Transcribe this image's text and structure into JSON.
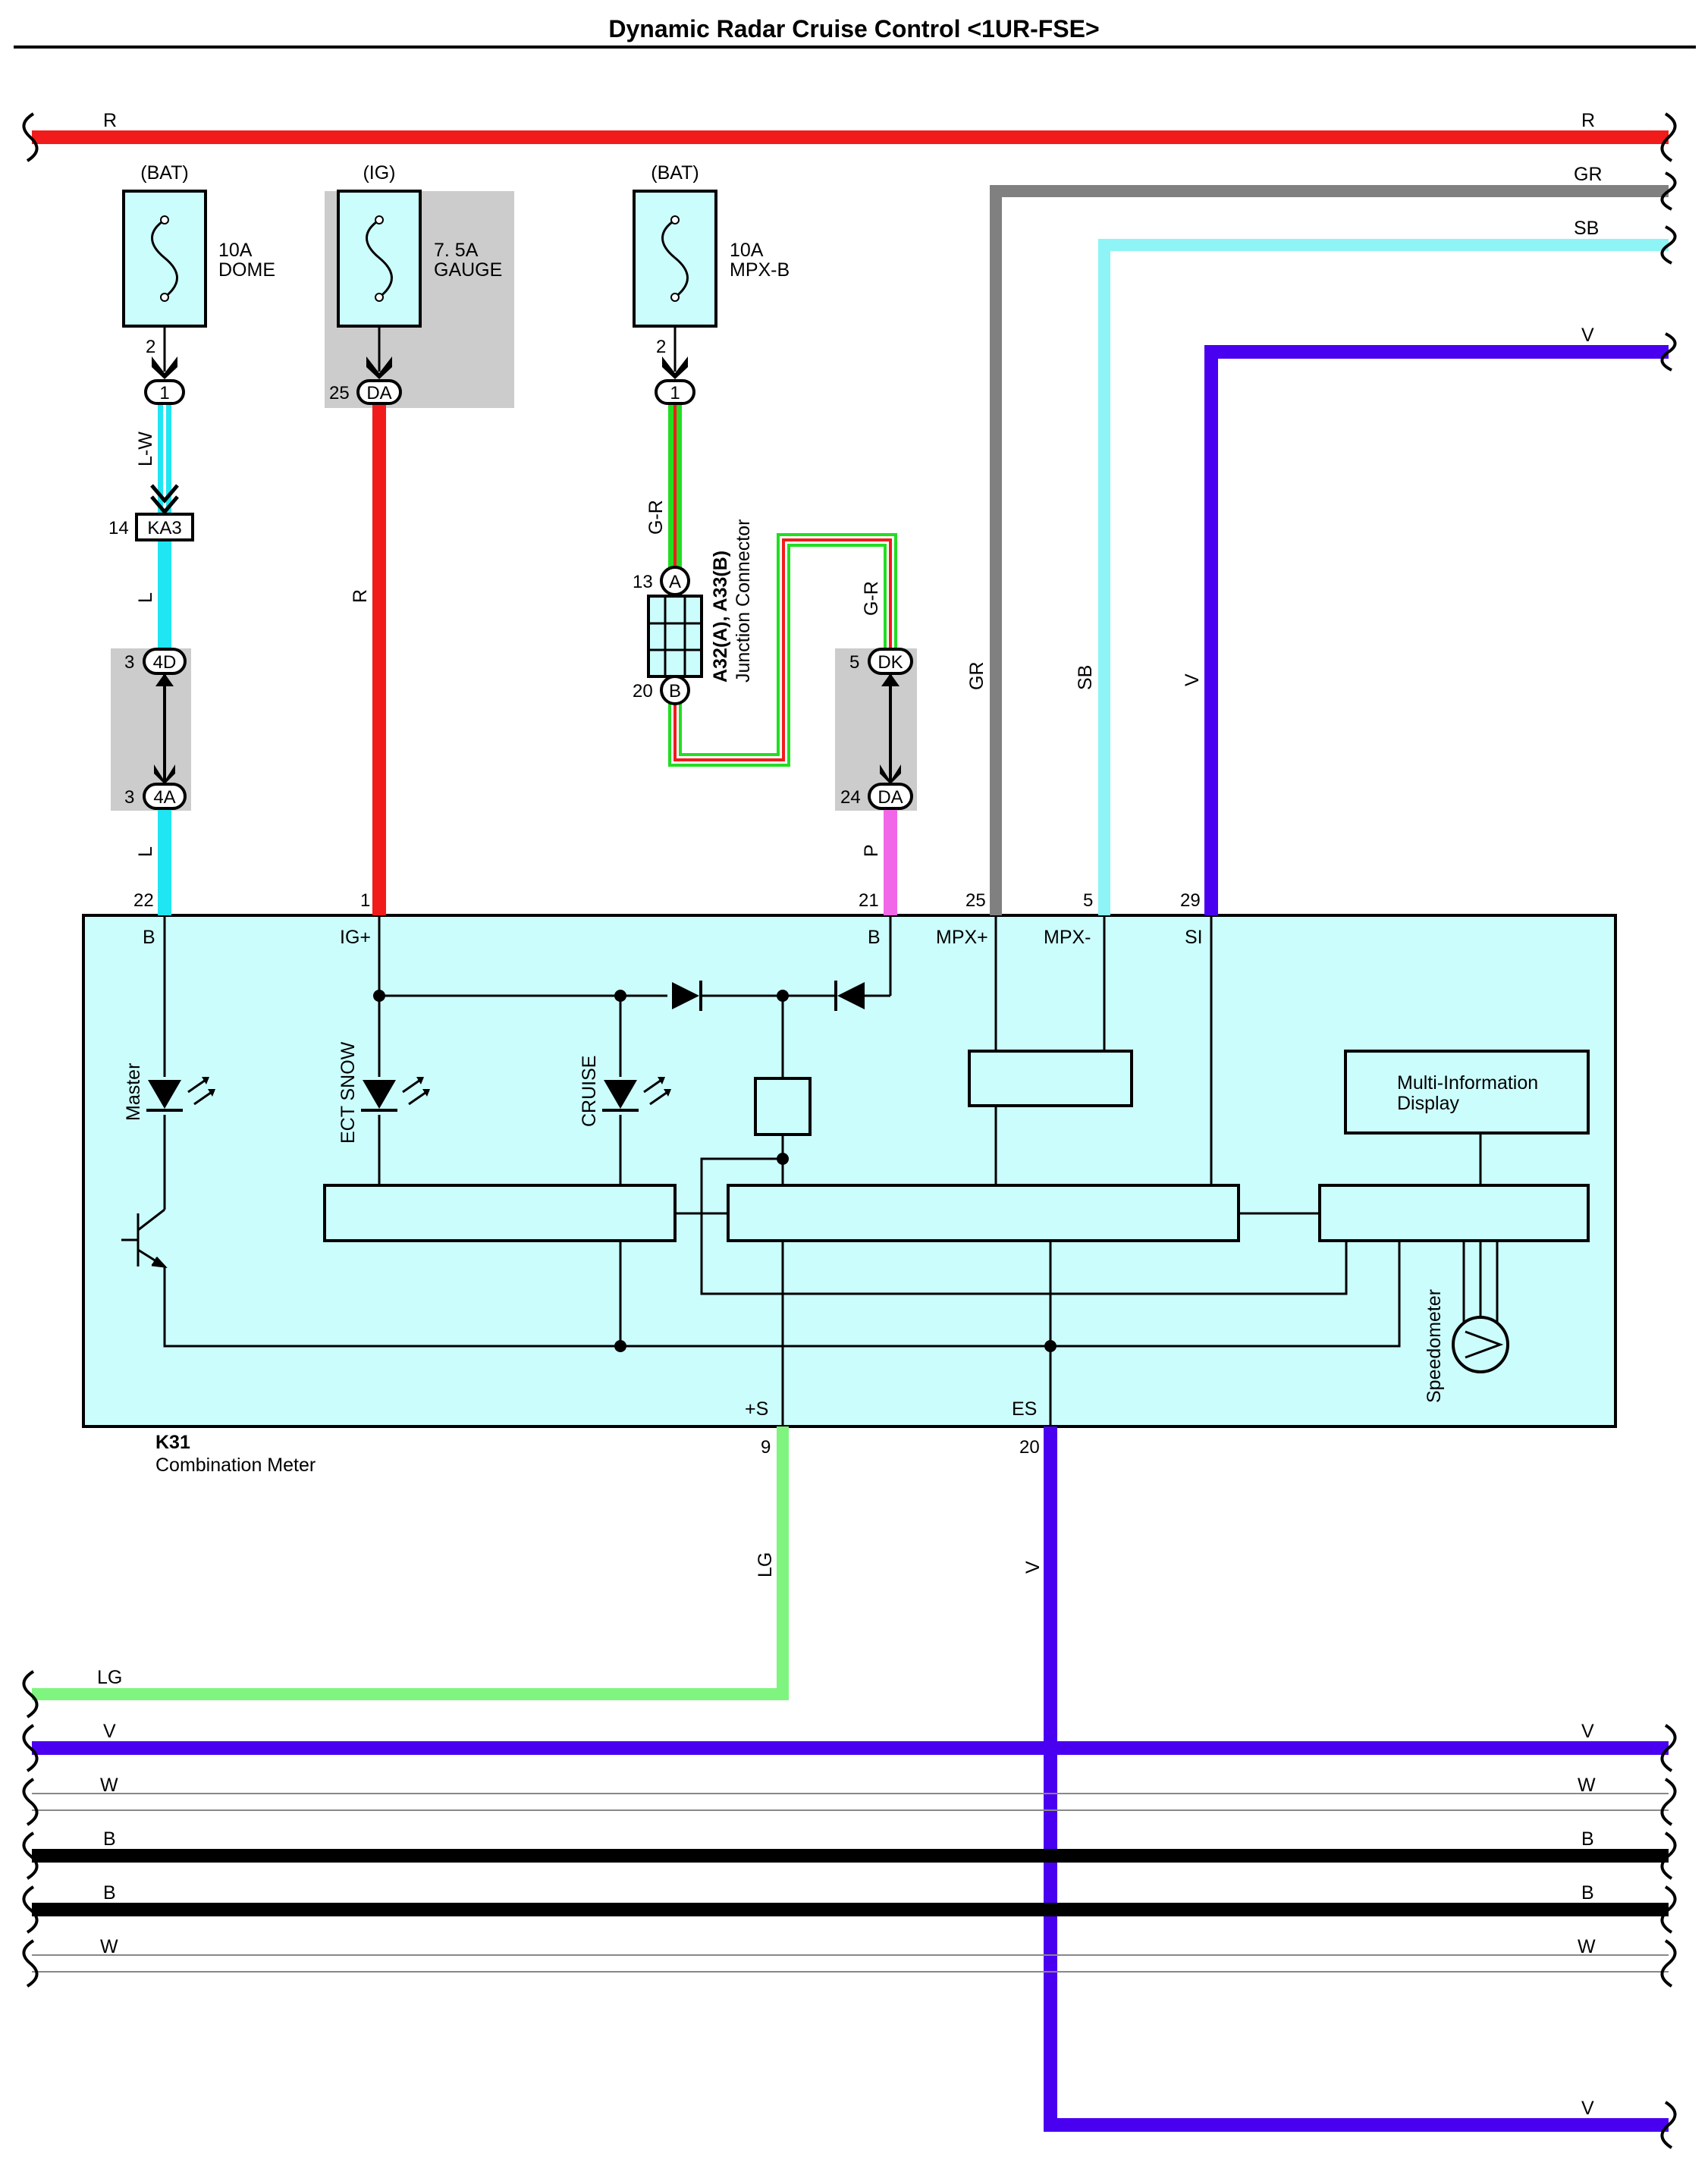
{
  "title": "Dynamic Radar Cruise Control <1UR-FSE>",
  "colors": {
    "R": "#f21b1b",
    "GR": "#808080",
    "SB": "#8ef4f6",
    "V": "#4a00f0",
    "L": "#1fe6f2",
    "G": "#22dd22",
    "P": "#f068e8",
    "LG": "#7ff57f",
    "B": "#000000",
    "W": "#c8c8c8",
    "box_fill": "#ccfdfd",
    "gray_zone": "#cccccc"
  },
  "top_wires": [
    {
      "left": "R",
      "right": "R"
    },
    {
      "right": "GR"
    },
    {
      "right": "SB"
    },
    {
      "right": "V"
    }
  ],
  "fuses": [
    {
      "source": "(BAT)",
      "rating": "10A",
      "name": "DOME",
      "pin": "2",
      "connector": "1"
    },
    {
      "source": "(IG)",
      "rating": "7. 5A",
      "name": "GAUGE",
      "pin": "25",
      "connector": "DA"
    },
    {
      "source": "(BAT)",
      "rating": "10A",
      "name": "MPX-B",
      "pin": "2",
      "connector": "1"
    }
  ],
  "wire_labels": {
    "lw": "L-W",
    "l1": "L",
    "l2": "L",
    "r": "R",
    "gr_top": "G-R",
    "gr_right": "G-R",
    "p": "P",
    "gr": "GR",
    "sb": "SB",
    "v": "V",
    "lg": "LG",
    "v_bottom": "V"
  },
  "connectors": {
    "ka3": {
      "name": "KA3",
      "pin": "14"
    },
    "c4d": {
      "name": "4D",
      "pin": "3"
    },
    "c4a": {
      "name": "4A",
      "pin": "3"
    },
    "dk": {
      "name": "DK",
      "pin": "5"
    },
    "da_lower": {
      "name": "DA",
      "pin": "24"
    },
    "jA": {
      "name": "A",
      "pin": "13"
    },
    "jB": {
      "name": "B",
      "pin": "20"
    }
  },
  "junction": {
    "part": "A32(A), A33(B)",
    "name": "Junction Connector"
  },
  "meter": {
    "id": "K31",
    "name": "Combination Meter",
    "top_pins": [
      {
        "num": "22",
        "label": "B"
      },
      {
        "num": "1",
        "label": "IG+"
      },
      {
        "num": "21",
        "label": "B"
      },
      {
        "num": "25",
        "label": "MPX+"
      },
      {
        "num": "5",
        "label": "MPX-"
      },
      {
        "num": "29",
        "label": "SI"
      }
    ],
    "bottom_pins": [
      {
        "num": "9",
        "label": "+S"
      },
      {
        "num": "20",
        "label": "ES"
      }
    ],
    "leds": [
      "Master",
      "ECT SNOW",
      "CRUISE"
    ],
    "display_line1": "Multi-Information",
    "display_line2": "Display",
    "gauge": "Speedometer"
  },
  "bottom_wires": [
    {
      "left": "LG"
    },
    {
      "left": "V",
      "right": "V"
    },
    {
      "left": "W",
      "right": "W"
    },
    {
      "left": "B",
      "right": "B"
    },
    {
      "left": "B",
      "right": "B"
    },
    {
      "left": "W",
      "right": "W"
    },
    {
      "right": "V"
    }
  ]
}
